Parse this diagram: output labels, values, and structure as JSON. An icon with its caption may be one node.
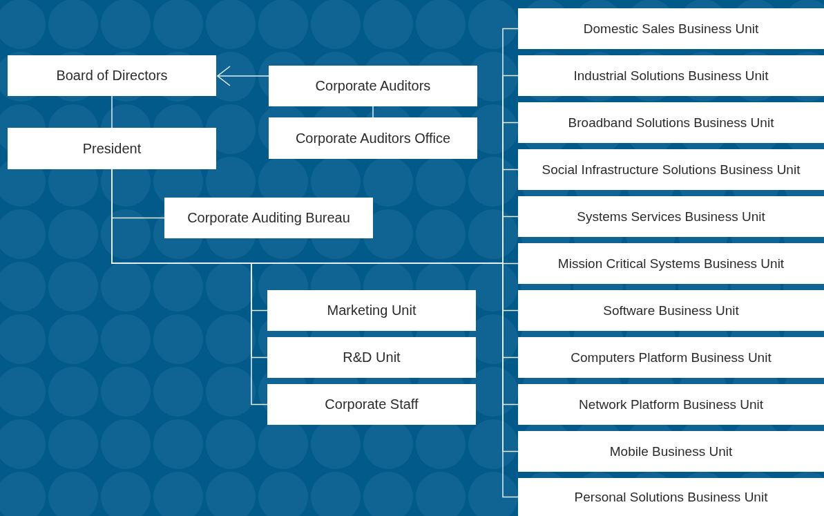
{
  "diagram": {
    "nodes": [
      {
        "text": [
          "Board of Directors"
        ]
      },
      {
        "text": [
          "Corporate Auditors"
        ]
      },
      {
        "text": [
          "Corporate Auditors Office"
        ]
      },
      {
        "text": [
          "President"
        ]
      },
      {
        "text": [
          "Corporate Auditing Bureau"
        ]
      },
      {
        "text": [
          "Marketing Unit"
        ]
      },
      {
        "text": [
          "R&D Unit"
        ]
      },
      {
        "text": [
          "Corporate Staff"
        ]
      },
      {
        "text": [
          "Domestic Sales Business Unit"
        ]
      },
      {
        "text": [
          "Industrial Solutions Business Unit"
        ]
      },
      {
        "text": [
          "Broadband Solutions Business Unit"
        ]
      },
      {
        "text": [
          "Social Infrastructure Solutions Business Unit"
        ]
      },
      {
        "text": [
          "Systems Services Business Unit"
        ]
      },
      {
        "text": [
          "Mission Critical Systems Business Unit"
        ]
      },
      {
        "text": [
          "Software Business Unit"
        ]
      },
      {
        "text": [
          "Computers Platform Business Unit"
        ]
      },
      {
        "text": [
          "Network Platform Business Unit"
        ]
      },
      {
        "text": [
          "Mobile Business Unit"
        ]
      },
      {
        "text": [
          "Personal Solutions Business Unit"
        ]
      }
    ],
    "edges": [
      {
        "from": 1,
        "to": 0,
        "arrow": "to"
      },
      {
        "from": 1,
        "to": 2,
        "arrow": "none"
      },
      {
        "from": 0,
        "to": 3,
        "arrow": "none"
      },
      {
        "from": 3,
        "to": 4,
        "arrow": "none"
      },
      {
        "from": 3,
        "to": 5,
        "arrow": "none"
      },
      {
        "from": 3,
        "to": 6,
        "arrow": "none"
      },
      {
        "from": 3,
        "to": 7,
        "arrow": "none"
      },
      {
        "from": 3,
        "to": 8,
        "arrow": "none"
      },
      {
        "from": 3,
        "to": 9,
        "arrow": "none"
      },
      {
        "from": 3,
        "to": 10,
        "arrow": "none"
      },
      {
        "from": 3,
        "to": 11,
        "arrow": "none"
      },
      {
        "from": 3,
        "to": 12,
        "arrow": "none"
      },
      {
        "from": 3,
        "to": 13,
        "arrow": "none"
      },
      {
        "from": 3,
        "to": 14,
        "arrow": "none"
      },
      {
        "from": 3,
        "to": 15,
        "arrow": "none"
      },
      {
        "from": 3,
        "to": 16,
        "arrow": "none"
      },
      {
        "from": 3,
        "to": 17,
        "arrow": "none"
      },
      {
        "from": 3,
        "to": 18,
        "arrow": "none"
      }
    ]
  }
}
